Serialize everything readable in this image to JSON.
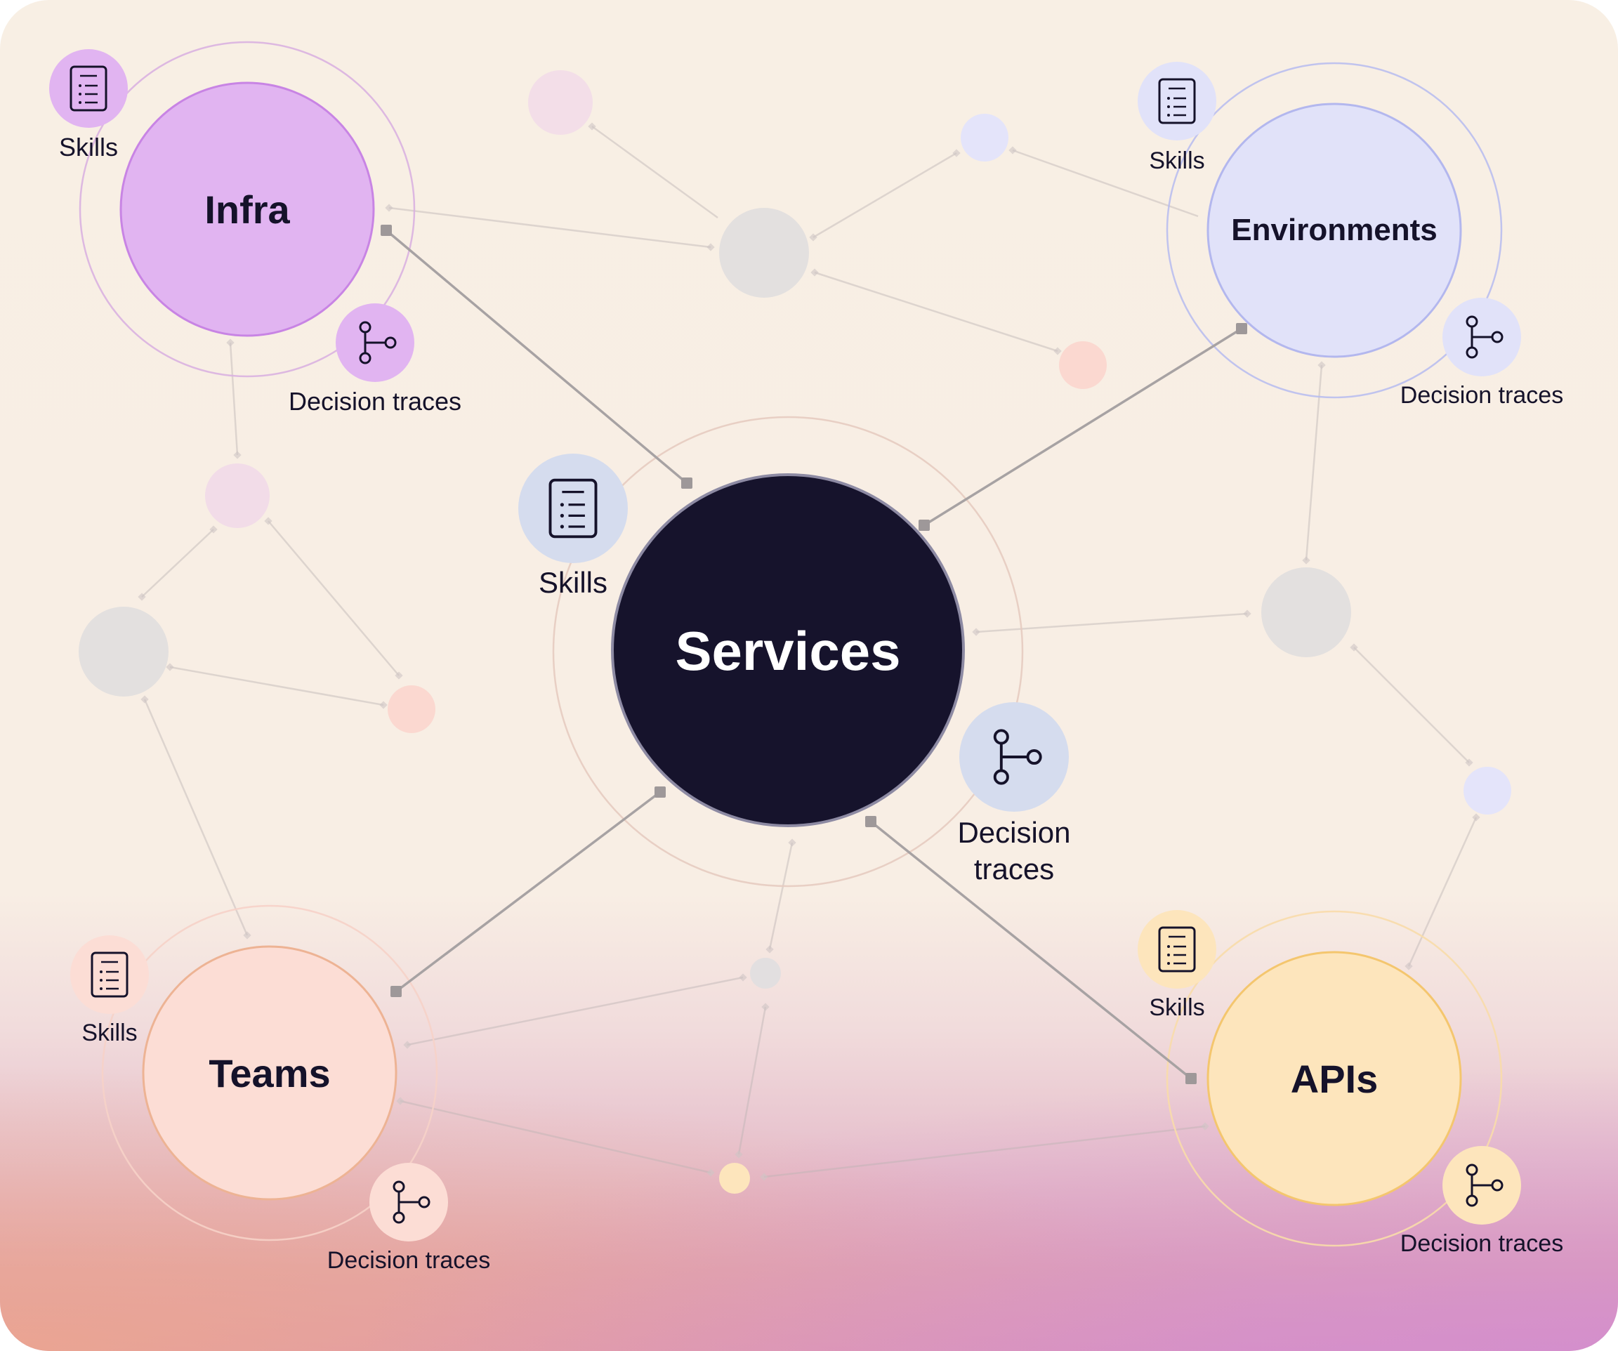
{
  "colors": {
    "infra": "#e1b4f1",
    "environments": "#e1e2f9",
    "services": "#16132c",
    "teams": "#fcddd5",
    "apis": "#fde5bc"
  },
  "nodes": {
    "infra": {
      "label": "Infra"
    },
    "environments": {
      "label": "Environments"
    },
    "services": {
      "label": "Services"
    },
    "teams": {
      "label": "Teams"
    },
    "apis": {
      "label": "APIs"
    }
  },
  "badges": {
    "infra_skills": {
      "label": "Skills",
      "icon": "document-list-icon"
    },
    "infra_traces": {
      "label": "Decision traces",
      "icon": "branch-icon"
    },
    "env_skills": {
      "label": "Skills",
      "icon": "document-list-icon"
    },
    "env_traces": {
      "label": "Decision traces",
      "icon": "branch-icon"
    },
    "services_skills": {
      "label": "Skills",
      "icon": "document-list-icon"
    },
    "services_traces": {
      "label_line1": "Decision",
      "label_line2": "traces",
      "icon": "branch-icon"
    },
    "teams_skills": {
      "label": "Skills",
      "icon": "document-list-icon"
    },
    "teams_traces": {
      "label": "Decision traces",
      "icon": "branch-icon"
    },
    "apis_skills": {
      "label": "Skills",
      "icon": "document-list-icon"
    },
    "apis_traces": {
      "label": "Decision traces",
      "icon": "branch-icon"
    }
  }
}
